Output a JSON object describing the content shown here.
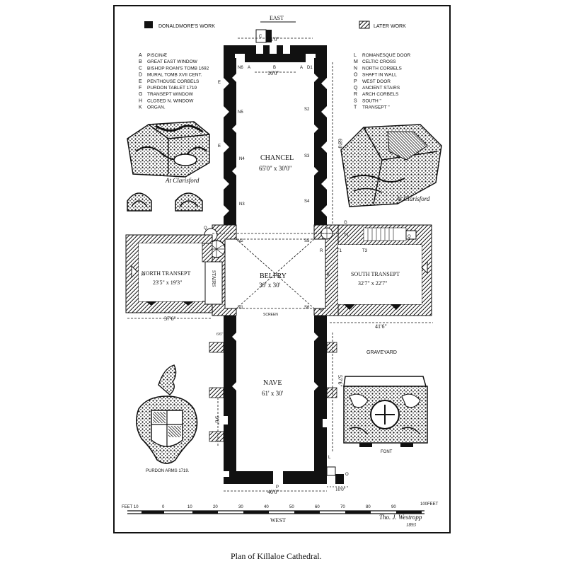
{
  "caption": "Plan of Killaloe Cathedral.",
  "legend_top": {
    "donaldmore": "DONALDMORE'S WORK",
    "later": "LATER WORK"
  },
  "key_left": [
    {
      "letter": "A",
      "text": "PISCINÆ"
    },
    {
      "letter": "B",
      "text": "GREAT EAST WINDOW"
    },
    {
      "letter": "C",
      "text": "BISHOP ROAN'S TOMB 1692"
    },
    {
      "letter": "D",
      "text": "MURAL TOMB XVII CENT."
    },
    {
      "letter": "E",
      "text": "PENTHOUSE CORBELS"
    },
    {
      "letter": "F",
      "text": "PURDON TABLET 1719"
    },
    {
      "letter": "G",
      "text": "TRANSEPT WINDOW"
    },
    {
      "letter": "H",
      "text": "CLOSED N. WINDOW"
    },
    {
      "letter": "K",
      "text": "ORGAN."
    }
  ],
  "key_right": [
    {
      "letter": "L",
      "text": "ROMANESQUE DOOR"
    },
    {
      "letter": "M",
      "text": "CELTIC CROSS"
    },
    {
      "letter": "N",
      "text": "NORTH CORBELS"
    },
    {
      "letter": "O",
      "text": "SHAFT IN WALL"
    },
    {
      "letter": "P",
      "text": "WEST DOOR"
    },
    {
      "letter": "Q",
      "text": "ANCIENT STAIRS"
    },
    {
      "letter": "R",
      "text": "ARCH CORBELS"
    },
    {
      "letter": "S",
      "text": "SOUTH  \""
    },
    {
      "letter": "T",
      "text": "TRANSEPT \""
    }
  ],
  "rooms": {
    "chancel": "CHANCEL",
    "chancel_dim": "65'0\" x 30'0\"",
    "belfry": "BELFRY",
    "belfry_dim": "30' x 30'",
    "nave": "NAVE",
    "nave_dim": "61' x 30'",
    "north_transept": "NORTH TRANSEPT",
    "north_transept_dim": "23'5\" x 19'3\"",
    "south_transept": "SOUTH TRANSEPT",
    "south_transept_dim": "32'7\" x 22'7\"",
    "stairs": "STAIRS",
    "screen": "SCREEN",
    "graveyard": "GRAVEYARD"
  },
  "directions": {
    "east": "EAST",
    "west": "WEST"
  },
  "dimensions": {
    "east_width": "41'0\"",
    "chancel_inner": "16'0\"",
    "chancel_len": "68'0\"",
    "north_span": "37'6\"",
    "south_span": "41'6\"",
    "nave_len": "57'6\"",
    "nave_side": "9'6\"",
    "west_width": "40'0\"",
    "west_proj": "10'0\"",
    "small_dim": "6'6\""
  },
  "sketch_labels": {
    "clarisford_left": "At Clarisford",
    "clarisford_right": "At Clarisford",
    "font": "FONT",
    "purdon_arms": "PURDON ARMS 1719."
  },
  "scale": {
    "feet_left": "FEET 10",
    "ticks": [
      "0",
      "10",
      "20",
      "30",
      "40",
      "50",
      "60",
      "70",
      "80",
      "90"
    ],
    "feet_right": "100FEET"
  },
  "signature": "Tho. J. Westropp",
  "signature_year": "1893",
  "plan_letters": {
    "C": "C",
    "N6": "N6",
    "A1": "A",
    "B": "B",
    "A2": "A",
    "D1": "D1",
    "E": "E",
    "N5": "N5",
    "E2": "E",
    "N4": "N4",
    "N3": "N3",
    "S2": "S2",
    "S3": "S3",
    "S4": "S4",
    "Q1": "Q",
    "G": "G",
    "Q2": "Q",
    "N2": "N2",
    "S5": "S5",
    "T1": "T1",
    "R1": "R",
    "T1b": "T1",
    "T3": "T3",
    "H": "H",
    "K": "K",
    "N1": "N1",
    "S6": "S6",
    "L": "L",
    "O": "O",
    "P": "P",
    "R2": "R"
  },
  "colors": {
    "ink": "#111111",
    "paper": "#ffffff"
  }
}
